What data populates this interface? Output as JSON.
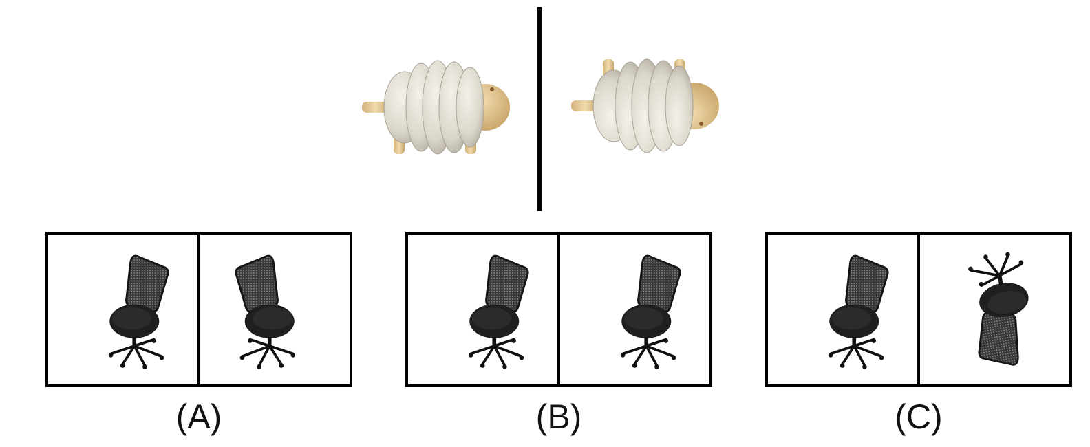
{
  "question": {
    "reference_pair": {
      "left_object": "wooden-stacking-sheep-icon",
      "right_object": "wooden-stacking-sheep-icon"
    }
  },
  "options": [
    {
      "label": "(A)",
      "left_object": "office-chair-icon",
      "right_object": "office-chair-mirrored-icon"
    },
    {
      "label": "(B)",
      "left_object": "office-chair-icon",
      "right_object": "office-chair-icon"
    },
    {
      "label": "(C)",
      "left_object": "office-chair-icon",
      "right_object": "office-chair-flipped-icon"
    }
  ],
  "colors": {
    "frame": "#000000",
    "wood_light": "#e9e4d8",
    "wood_head": "#e8cf9a",
    "chair": "#222222"
  }
}
